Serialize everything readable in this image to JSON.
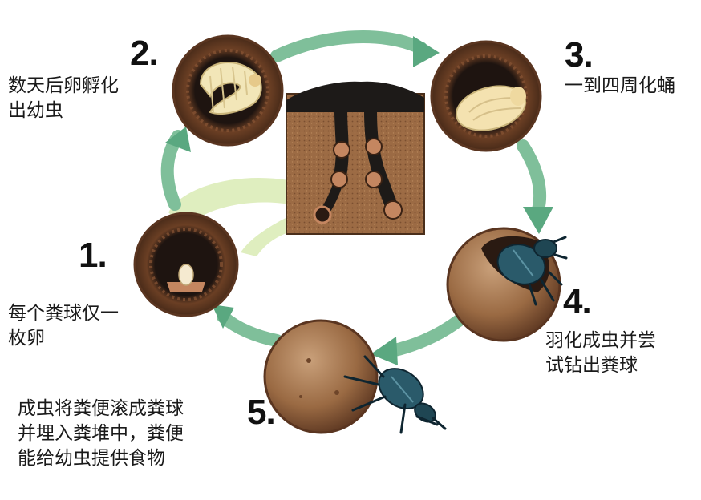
{
  "stages": [
    {
      "number": "1.",
      "caption": [
        "每个粪球仅一",
        "枚卵"
      ]
    },
    {
      "number": "2.",
      "caption": [
        "数天后卵孵化",
        "出幼虫"
      ]
    },
    {
      "number": "3.",
      "caption": [
        "一到四周化蛹"
      ]
    },
    {
      "number": "4.",
      "caption": [
        "羽化成虫并尝",
        "试钻出粪球"
      ]
    },
    {
      "number": "5.",
      "caption": [
        "成虫将粪便滚成粪球",
        "并埋入粪堆中，粪便",
        "能给幼虫提供食物"
      ]
    }
  ],
  "colors": {
    "arrow": "#7fbf9a",
    "arrow_light": "#d8ecb4",
    "soil": "#9a6a43",
    "dung": "#7b4a2b",
    "beetle": "#2a5a6a",
    "larva": "#f2e6b8"
  },
  "icons": [
    "egg-icon",
    "larva-icon",
    "pupa-icon",
    "beetle-icon",
    "dung-ball-icon"
  ]
}
